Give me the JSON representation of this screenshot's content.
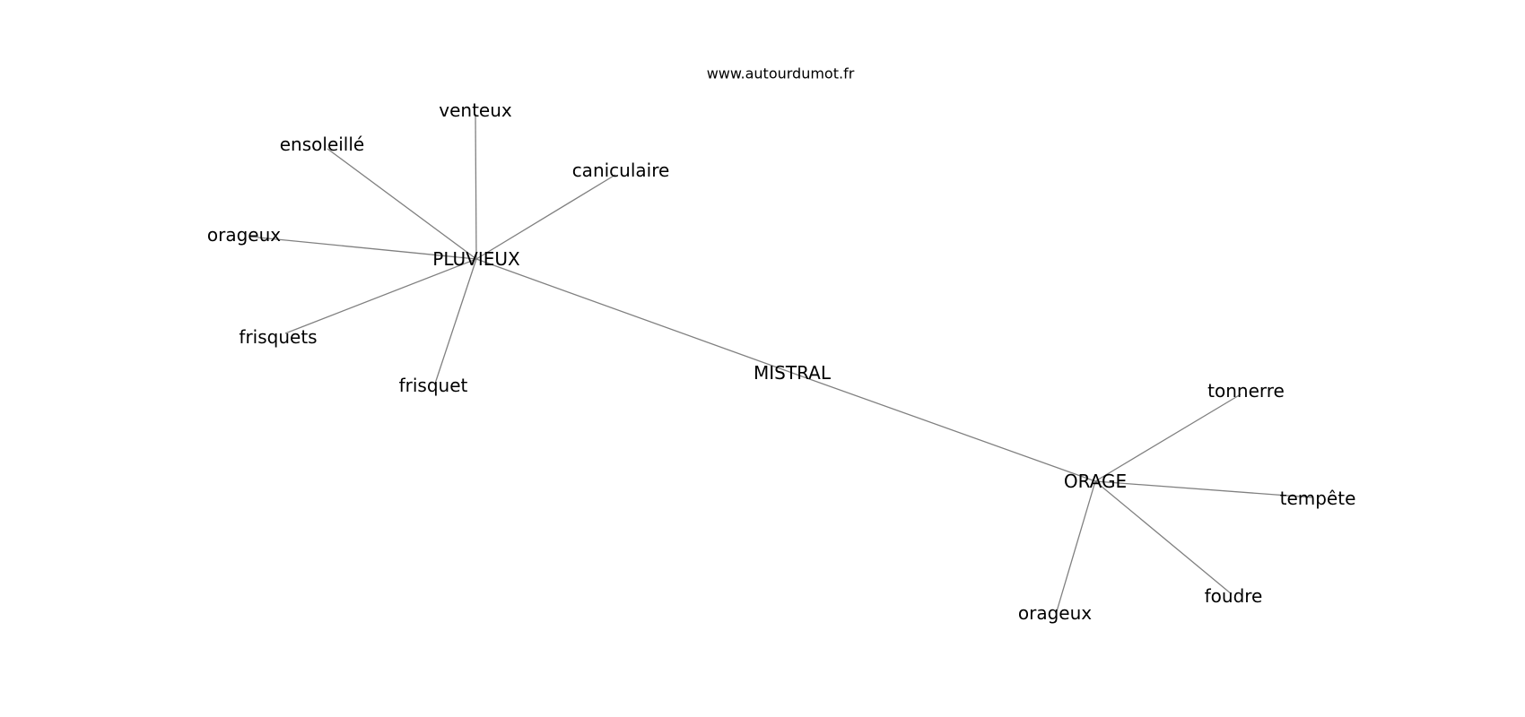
{
  "source": "www.autourdumot.fr",
  "graph": {
    "nodes": [
      {
        "id": "mistral",
        "label": "MISTRAL"
      },
      {
        "id": "pluvieux",
        "label": "PLUVIEUX"
      },
      {
        "id": "orage",
        "label": "ORAGE"
      },
      {
        "id": "venteux",
        "label": "venteux"
      },
      {
        "id": "ensoleille",
        "label": "ensoleillé"
      },
      {
        "id": "caniculaire",
        "label": "caniculaire"
      },
      {
        "id": "orageux-1",
        "label": "orageux"
      },
      {
        "id": "frisquets",
        "label": "frisquets"
      },
      {
        "id": "frisquet",
        "label": "frisquet"
      },
      {
        "id": "tonnerre",
        "label": "tonnerre"
      },
      {
        "id": "tempete",
        "label": "tempête"
      },
      {
        "id": "foudre",
        "label": "foudre"
      },
      {
        "id": "orageux-2",
        "label": "orageux"
      }
    ],
    "edges": [
      {
        "from": "mistral",
        "to": "pluvieux"
      },
      {
        "from": "mistral",
        "to": "orage"
      },
      {
        "from": "pluvieux",
        "to": "venteux"
      },
      {
        "from": "pluvieux",
        "to": "ensoleille"
      },
      {
        "from": "pluvieux",
        "to": "caniculaire"
      },
      {
        "from": "pluvieux",
        "to": "orageux-1"
      },
      {
        "from": "pluvieux",
        "to": "frisquets"
      },
      {
        "from": "pluvieux",
        "to": "frisquet"
      },
      {
        "from": "orage",
        "to": "tonnerre"
      },
      {
        "from": "orage",
        "to": "tempete"
      },
      {
        "from": "orage",
        "to": "foudre"
      },
      {
        "from": "orage",
        "to": "orageux-2"
      }
    ]
  }
}
